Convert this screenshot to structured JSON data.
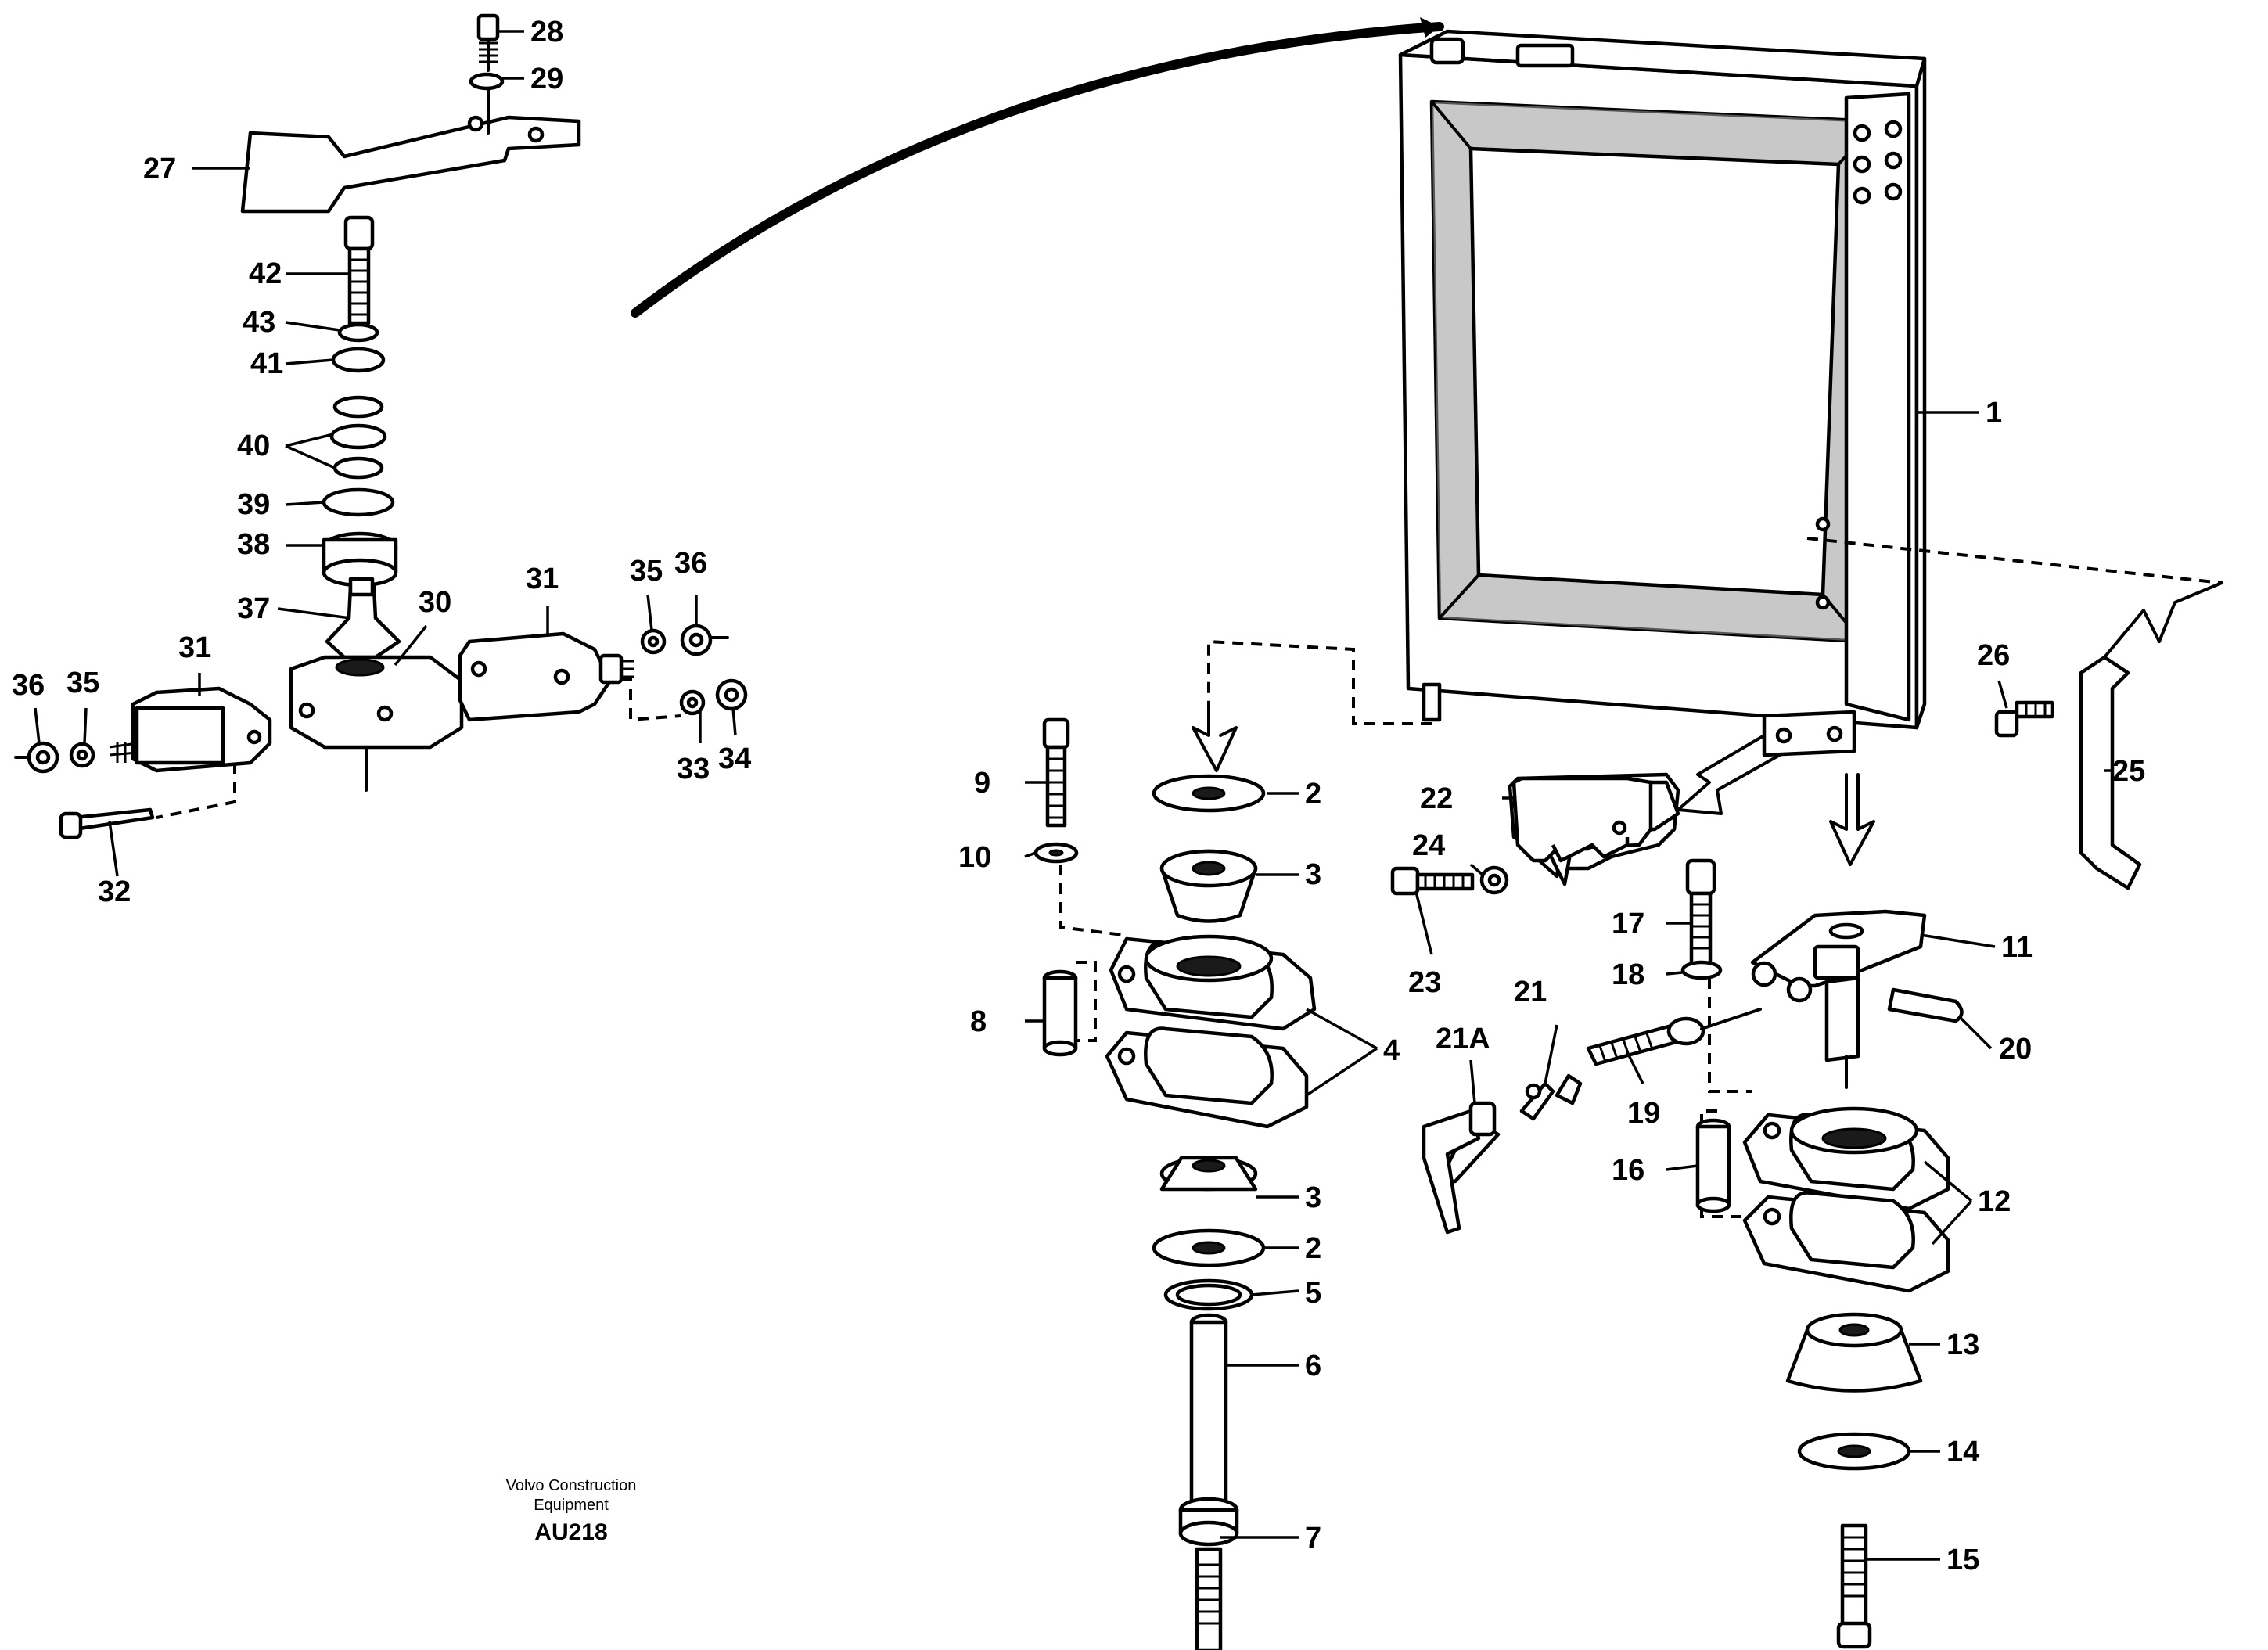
{
  "footer": {
    "line1": "Volvo Construction",
    "line2": "Equipment",
    "code": "AU218"
  },
  "callouts": [
    "1",
    "2",
    "3",
    "3",
    "2",
    "4",
    "5",
    "6",
    "7",
    "8",
    "9",
    "10",
    "11",
    "12",
    "13",
    "14",
    "15",
    "16",
    "17",
    "18",
    "19",
    "20",
    "21",
    "21A",
    "22",
    "23",
    "24",
    "25",
    "26",
    "27",
    "28",
    "29",
    "30",
    "31",
    "31",
    "32",
    "33",
    "34",
    "35",
    "35",
    "36",
    "36",
    "37",
    "38",
    "39",
    "40",
    "41",
    "42",
    "43"
  ]
}
